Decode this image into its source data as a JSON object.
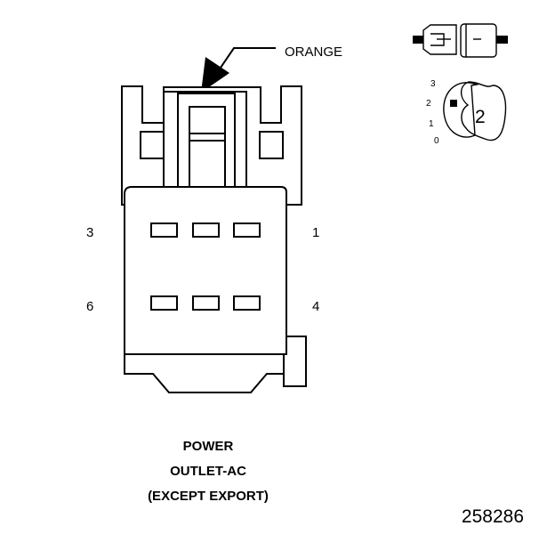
{
  "callout": {
    "wire_color": "ORANGE"
  },
  "pins": {
    "top_left": "3",
    "top_right": "1",
    "bottom_left": "6",
    "bottom_right": "4"
  },
  "key_indicator": {
    "positions": [
      "3",
      "2",
      "1",
      "0"
    ],
    "selected_key": "2"
  },
  "caption": {
    "line1": "POWER",
    "line2": "OUTLET-AC",
    "line3": "(EXCEPT EXPORT)"
  },
  "figure_number": "258286"
}
